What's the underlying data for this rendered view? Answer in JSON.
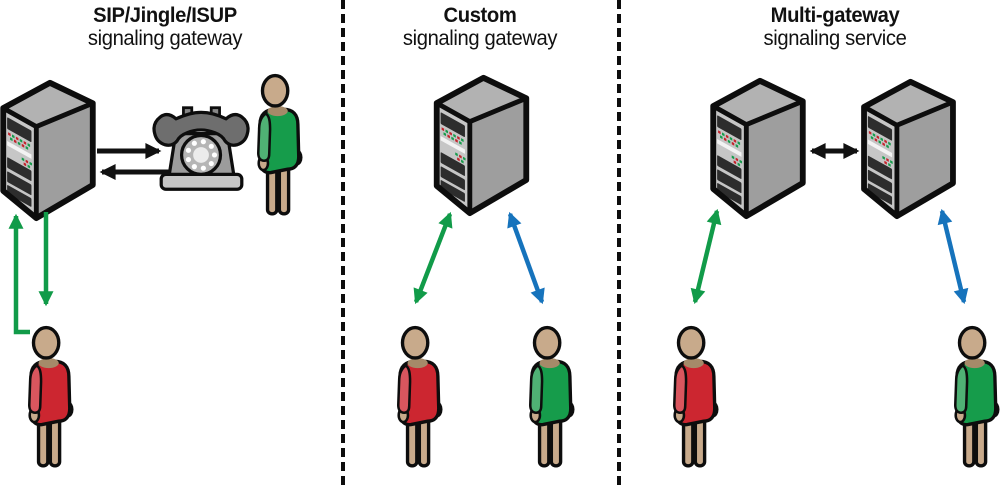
{
  "colors": {
    "arrow_green": "#119b49",
    "arrow_blue": "#1673bc",
    "arrow_black": "#111111",
    "dress_red": "#cc2630",
    "dress_red_light": "#d9565e",
    "dress_green": "#169c4b",
    "dress_green_light": "#4fb174",
    "skin": "#c8aa8b",
    "skin_shadow": "#a58a69",
    "server_face": "#c6c6c6",
    "server_side": "#9e9e9e",
    "server_top": "#b2b2b2",
    "server_slot": "#2d2d2d",
    "server_strip": "#f3f3f3",
    "led_red": "#c4232b",
    "led_green": "#169c4b",
    "phone_body": "#9c9c9c",
    "phone_handset": "#6e6e6e",
    "phone_base": "#c6c6c6",
    "phone_dial": "#b5b5b5",
    "outline": "#0d0d0d"
  },
  "figure": {
    "panels": [
      {
        "name": "sip-jingle-isup-signaling-gateway",
        "title_line1": "SIP/Jingle/ISUP",
        "title_line2": "signaling gateway",
        "elements": [
          "signaling-gateway-server",
          "telephone",
          "green-user",
          "red-user"
        ],
        "connections": [
          {
            "from": "server",
            "to": "telephone",
            "color": "black",
            "heads": "single"
          },
          {
            "from": "telephone",
            "to": "server",
            "color": "black",
            "heads": "single"
          },
          {
            "from": "red-user",
            "to": "server",
            "color": "green",
            "heads": "single"
          },
          {
            "from": "server",
            "to": "red-user",
            "color": "green",
            "heads": "single"
          }
        ]
      },
      {
        "name": "custom-signaling-gateway",
        "title_line1": "Custom",
        "title_line2": "signaling gateway",
        "elements": [
          "signaling-gateway-server",
          "red-user",
          "green-user"
        ],
        "connections": [
          {
            "from": "server",
            "to": "red-user",
            "color": "green",
            "heads": "double"
          },
          {
            "from": "server",
            "to": "green-user",
            "color": "blue",
            "heads": "double"
          }
        ]
      },
      {
        "name": "multi-gateway-signaling-service",
        "title_line1": "Multi-gateway",
        "title_line2": "signaling service",
        "elements": [
          "gateway-server-left",
          "gateway-server-right",
          "red-user",
          "green-user"
        ],
        "connections": [
          {
            "from": "server-left",
            "to": "server-right",
            "color": "black",
            "heads": "double"
          },
          {
            "from": "server-left",
            "to": "red-user",
            "color": "green",
            "heads": "double"
          },
          {
            "from": "server-right",
            "to": "green-user",
            "color": "blue",
            "heads": "double"
          }
        ]
      }
    ]
  },
  "icons": {
    "server": "server-icon",
    "telephone": "telephone-icon",
    "user_red": "user-red-icon",
    "user_green": "user-green-icon",
    "arrow": "arrow-connector"
  }
}
